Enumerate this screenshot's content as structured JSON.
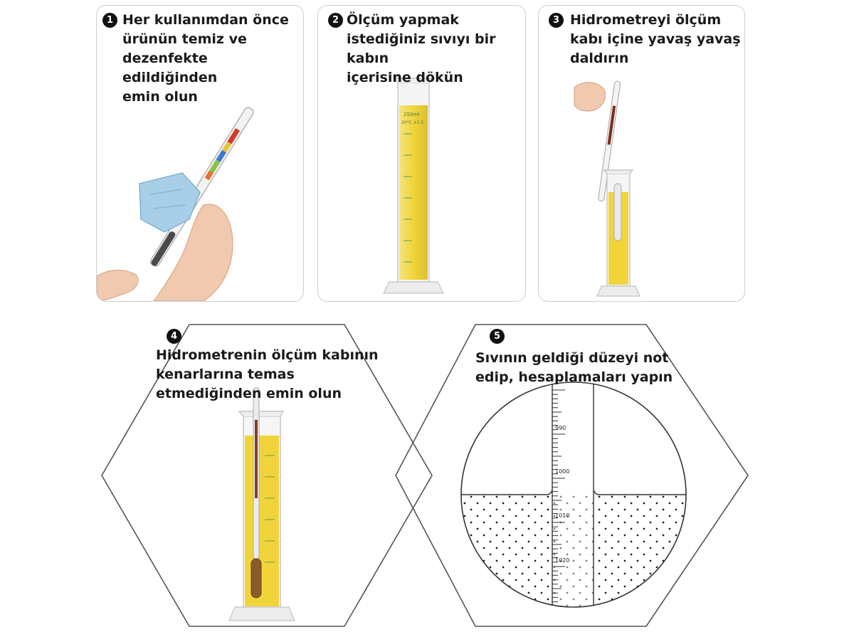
{
  "steps": [
    {
      "number": "1",
      "text": "Her kullanımdan önce\nürünün temiz ve\ndezenfekte edildiğinden\nemin olun"
    },
    {
      "number": "2",
      "text": "Ölçüm yapmak\nistediğiniz sıvıyı bir kabın\niçerisine dökün"
    },
    {
      "number": "3",
      "text": "Hidrometreyi ölçüm\nkabı içine yavaş yavaş\ndaldırın"
    },
    {
      "number": "4",
      "text": "Hidrometrenin ölçüm kabının\nkenarlarına temas\netmediğinden  emin olun"
    },
    {
      "number": "5",
      "text": "Sıvının geldiği düzeyi not\nedip, hesaplamaları yapın"
    }
  ],
  "cylinder_labels": {
    "volume": "250ml",
    "temp": "20°C ±2.5"
  },
  "scale_labels": [
    "990",
    "1000",
    "1010",
    "1020"
  ],
  "colors": {
    "liquid": "#f0d43a",
    "liquid_dark": "#e6c21f",
    "stroke": "#9a9a9a",
    "text": "#1a1a1a"
  }
}
